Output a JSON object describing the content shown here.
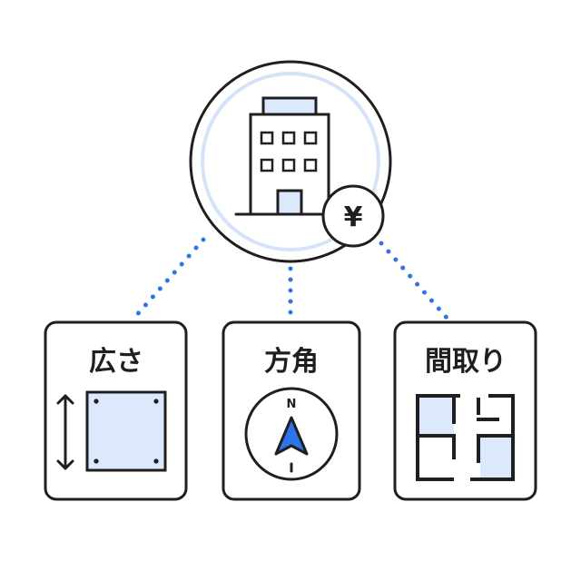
{
  "building": {
    "currency_symbol": "¥"
  },
  "cards": [
    {
      "title": "広さ"
    },
    {
      "title": "方角",
      "compass_letter": "N"
    },
    {
      "title": "間取り"
    }
  ],
  "colors": {
    "stroke": "#1f1f1f",
    "fill_light": "#dce8fb",
    "halo": "#d5e3f8",
    "accent": "#2e74e8",
    "dots": "#2e74e8"
  }
}
